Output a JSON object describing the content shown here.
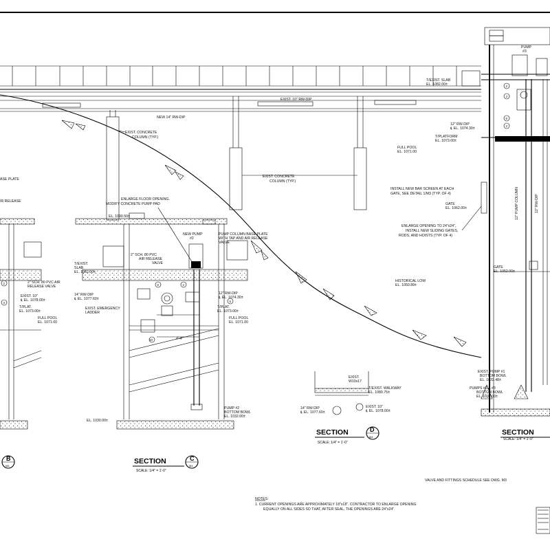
{
  "drawing": {
    "labels": {
      "exist_slab_r": "T/EXIST. SLAB",
      "exist_slab_r_el": "EL. 1082.00±",
      "pump3": "PUMP",
      "pump3_num": "#3",
      "exist_10_rwdip": "EXIST. 10\" RW-DIP",
      "new_14_rwdip": "NEW 14\" RW-DIP",
      "exist_column_typ_1": "EXIST. CONCRETE",
      "exist_column_typ_1b": "COLUMN (TYP.)",
      "exist_column_typ_2": "EXIST. CONCRETE",
      "exist_column_typ_2b": "COLUMN (TYP.)",
      "full_pool_mid": "FULL POOL",
      "full_pool_mid_el": "EL. 1071.00",
      "rwdip_12_r": "12\" RW-DIP",
      "rwdip_12_r_el": "℄ EL. 1074.30±",
      "t_platform_r": "T/PLATFORM",
      "t_platform_r_el": "EL. 1073.00±",
      "bar_screen_1": "INSTALL NEW BAR SCREEN AT EACH",
      "bar_screen_2": "GATE, SEE DETAIL 1/M3 (TYP. OF 4)",
      "gate_1": "GATE",
      "gate_1_el": "EL. 1062.00±",
      "enlarge_24_1": "ENLARGE OPENING TO 24\"x24\",",
      "enlarge_24_2": "INSTALL NEW SLIDING GATES,",
      "enlarge_24_3": "RODS, AND HOISTS (TYP. OF 4)",
      "pump_column_12": "12\" PUMP COLUMN",
      "rwdip_12_vert": "12\" RW-DIP",
      "historical_low": "HISTORICAL LOW",
      "historical_low_el": "EL. 1050.89±",
      "gate_2": "GATE",
      "gate_2_el": "EL. 1052.00±",
      "release_plate_1": "ASE PLATE",
      "release_plate_2": "IR RELEASE",
      "enlarge_floor_1": "ENLARGE FLOOR OPENING.",
      "enlarge_floor_2": "MODIFY CONCRETE PUMP PAD",
      "el_1090": "EL. 1090.50±",
      "pump_base_1": "PUMP COLUMN BASE PLATE",
      "pump_base_2": "WITH TAP AND AIR RELEASE",
      "pump_base_3": "VALVE",
      "new_pump2_1": "NEW PUMP",
      "new_pump2_2": "#2",
      "sch80_1": "2\" SCH. 80 PVC",
      "sch80_2": "AIR RELEASE",
      "sch80_3": "VALVE",
      "t_exist_slab_c": "T/EXIST.",
      "t_exist_slab_c2": "SLAB",
      "t_exist_slab_c_el": "EL. 1082.00±",
      "rwdip_14_c": "14\" RW-DIP",
      "rwdip_14_c_el": "℄ EL. 1077.60±",
      "rwdip_12_c": "12\" RW-DIP",
      "rwdip_12_c_el": "℄ EL. 1074.30±",
      "t_plat_c": "T/PLAT.",
      "t_plat_c_el": "EL. 1073.00±",
      "full_pool_c": "FULL POOL",
      "full_pool_c_el": "EL. 1071.00",
      "exist_emergency_1": "EXIST. EMERGENCY",
      "exist_emergency_2": "LADDER",
      "dim_4_4": "4'-4\"",
      "sch80_b_1": "2\" SCH. 80 PVC AIR",
      "sch80_b_2": "RELEASE VALVE",
      "exist_10_b": "EXIST. 10\"",
      "exist_10_b_el": "℄ EL. 1078.00±",
      "t_plat_b": "T/PLAT.",
      "t_plat_b_el": "EL. 1073.00±",
      "full_pool_b": "FULL POOL",
      "full_pool_b_el": "EL. 1071.00",
      "pump2_bowl_1": "PUMP #2",
      "pump2_bowl_2": "BOTTOM BOWL",
      "pump2_bowl_el": "EL. 1032.00±",
      "el_1030": "EL. 1030.00±",
      "exist_w10": "EXIST.",
      "exist_w10b": "W10x17",
      "t_exist_walkway": "T/EXIST. WALKWAY",
      "t_exist_walkway_el": "EL. 1080.75±",
      "rwdip_14_d": "14\" RW-DIP",
      "rwdip_14_d_el": "℄ EL. 1077.60±",
      "exist_10_d": "EXIST. 10\"",
      "exist_10_d_el": "℄ EL. 1078.00±",
      "pump1_bowl_1": "EXIST. PUMP #1",
      "pump1_bowl_2": "BOTTOM BOWL",
      "pump1_bowl_el": "EL. 1032.48±",
      "pumps23_1": "PUMPS #2 & #3",
      "pumps23_2": "BOTTOM BOWL",
      "pumps23_el": "EL. 1032.00±",
      "valve_schedule": "VALVE AND FITTINGS SCHEDULE SEE DWG. M3",
      "notes_title": "NOTES:",
      "notes_1a": "1.   CURRENT OPENINGS ARE APPROXIMATELY 18\"x18\". CONTRACTOR TO ENLARGE OPENING",
      "notes_1b": "EQUALLY ON ALL SIDES SO THAT, AFTER SEAL, THE OPENINGS ARE 24\"x24\"."
    },
    "sections": {
      "c_title": "SECTION",
      "c_letter": "C",
      "c_sheet": "M4",
      "c_scale": "SCALE: 1/4\" = 1'-0\"",
      "d_title": "SECTION",
      "d_letter": "D",
      "d_sheet": "M4",
      "d_scale": "SCALE: 1/4\" = 1'-0\"",
      "e_title": "SECTION",
      "e_scale": "SCALE: 1/4\" = 1'-0\"",
      "b_letter": "B",
      "b_sheet": "M4"
    },
    "callouts": [
      "1",
      "2",
      "3",
      "4",
      "5",
      "6",
      "10",
      "2",
      "5",
      "6",
      "5",
      "6",
      "2",
      "3"
    ]
  }
}
